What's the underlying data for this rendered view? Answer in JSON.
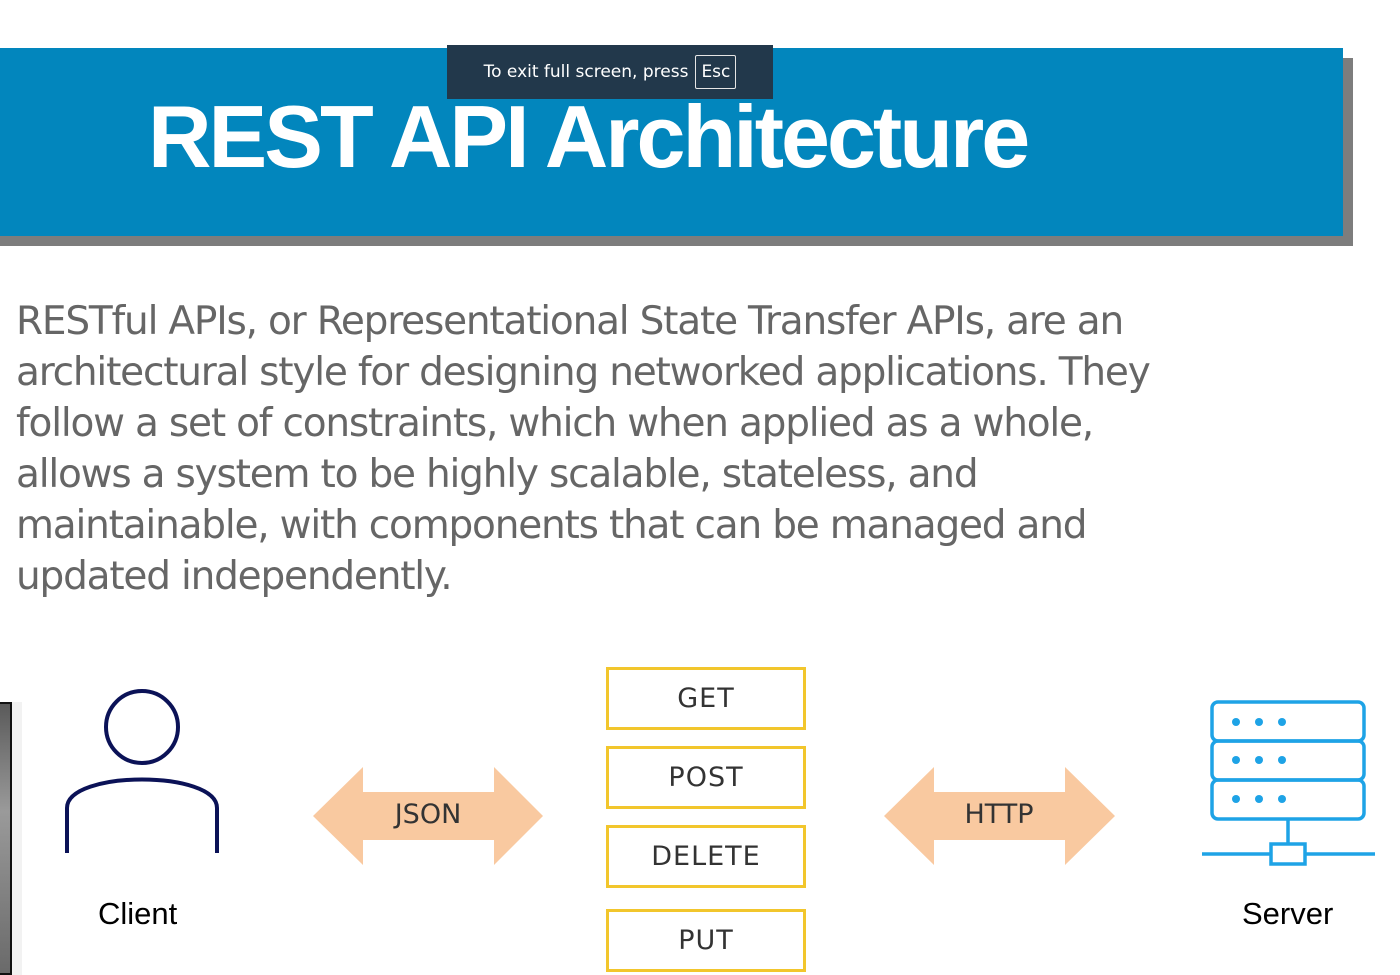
{
  "slide": {
    "title": "REST API Architecture",
    "description": "RESTful APIs, or Representational State Transfer APIs, are an architectural style for designing networked applications. They follow a set of constraints, which when applied as a whole, allows a system to be highly scalable, stateless, and maintainable, with components that can be managed and updated independently."
  },
  "fullscreen_notice": {
    "text": "To exit full screen, press",
    "key": "Esc"
  },
  "diagram": {
    "client_label": "Client",
    "server_label": "Server",
    "left_arrow_label": "JSON",
    "right_arrow_label": "HTTP",
    "methods": [
      "GET",
      "POST",
      "DELETE",
      "PUT"
    ],
    "icons": {
      "client": "person-icon",
      "server": "server-icon"
    },
    "colors": {
      "banner": "#0286bd",
      "arrow": "#f9c9a0",
      "method_border": "#f2c62c",
      "server_icon": "#1ea3e6",
      "client_icon": "#0b1257"
    }
  }
}
